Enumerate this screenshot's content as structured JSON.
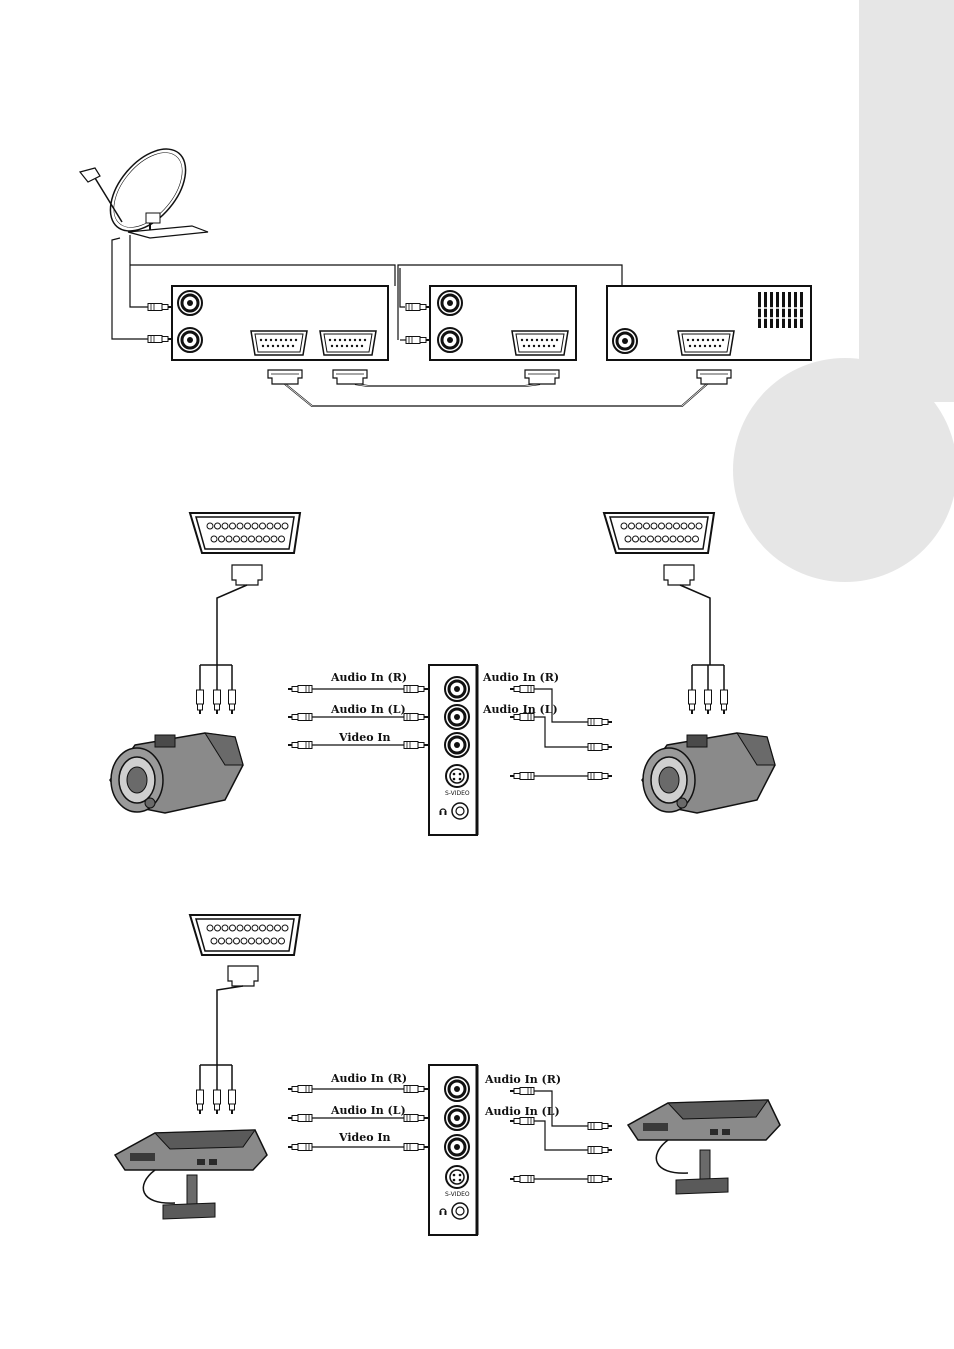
{
  "colors": {
    "side_tab": "#e6e6e6",
    "side_circle": "#e6e6e6",
    "line": "#111111",
    "device_fill": "#8a8a8a"
  },
  "panel1": {
    "left_labels": [
      "Audio In (R)",
      "Audio In (L)",
      "Video In"
    ],
    "right_labels": [
      "Audio In (R)",
      "Audio In (L)"
    ],
    "svideo_label": "S-VIDEO"
  },
  "panel2": {
    "left_labels": [
      "Audio In (R)",
      "Audio In (L)",
      "Video In"
    ],
    "right_labels": [
      "Audio In (R)",
      "Audio In (L)"
    ],
    "svideo_label": "S-VIDEO"
  },
  "icons": [
    "satellite-dish-icon",
    "scart-connector-icon",
    "camcorder-icon",
    "game-console-icon",
    "headphone-icon",
    "rca-plug-icon"
  ]
}
